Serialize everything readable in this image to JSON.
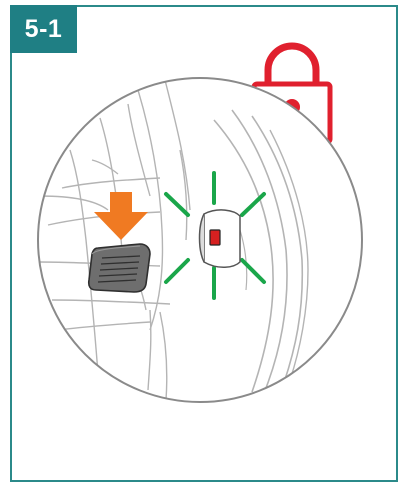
{
  "step": {
    "label": "5-1"
  },
  "colors": {
    "frame_border": "#2b8a8a",
    "badge_background": "#1f7f84",
    "lock": "#e0202e",
    "arrow": "#f07a22",
    "indicator_rays": "#1aa64a",
    "indicator_led": "#d62020",
    "outline": "#888888",
    "pedal": "#6e6e6e"
  },
  "icons": {
    "lock": "padlock-icon",
    "arrow": "down-arrow-icon",
    "pedal": "brake-pedal",
    "indicator": "lock-indicator-led"
  }
}
